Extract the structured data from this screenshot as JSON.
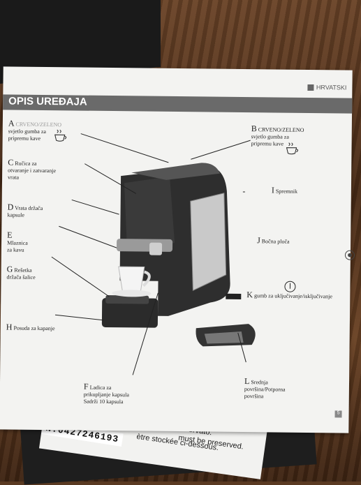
{
  "page": {
    "language": "HRVATSKI",
    "title": "OPIS UREĐAJA",
    "page_number": "5"
  },
  "labels": {
    "A": {
      "letter": "A",
      "text1": "CRVENO/ZELENO",
      "text2": "svjetlo gumba za",
      "text3": "pripremu kave"
    },
    "B": {
      "letter": "B",
      "text1": "CRVENO/ZELENO",
      "text2": "svjetlo gumba za",
      "text3": "pripremu kave"
    },
    "C": {
      "letter": "C",
      "text1": "Ručica za",
      "text2": "otvaranje i zatvaranje",
      "text3": "vrata"
    },
    "D": {
      "letter": "D",
      "text1": "Vrata držača",
      "text2": "kapsule"
    },
    "E": {
      "letter": "E",
      "text1": "Mlaznica",
      "text2": "za kavu"
    },
    "G": {
      "letter": "G",
      "text1": "Rešetka",
      "text2": "držača šalice"
    },
    "H": {
      "letter": "H",
      "text1": "Posuda za kapanje"
    },
    "I": {
      "letter": "I",
      "text1": "Spremnik"
    },
    "J": {
      "letter": "J",
      "text1": "Bočna ploča"
    },
    "K": {
      "letter": "K",
      "text1": "gumb za uključivanje/isključivanje"
    },
    "F": {
      "letter": "F",
      "text1": "Ladica za",
      "text2": "prikupljanje kapsula",
      "text3": "Sadrži 10 kapsula"
    },
    "L": {
      "letter": "L",
      "text1": "Srednja",
      "text2": "površina/Potporna",
      "text3": "površina"
    }
  },
  "background": {
    "serial": "N.0427246193",
    "line1": "must be preserved.",
    "line2": "ètre stockée ci-dessous.",
    "line3": "ervato."
  }
}
